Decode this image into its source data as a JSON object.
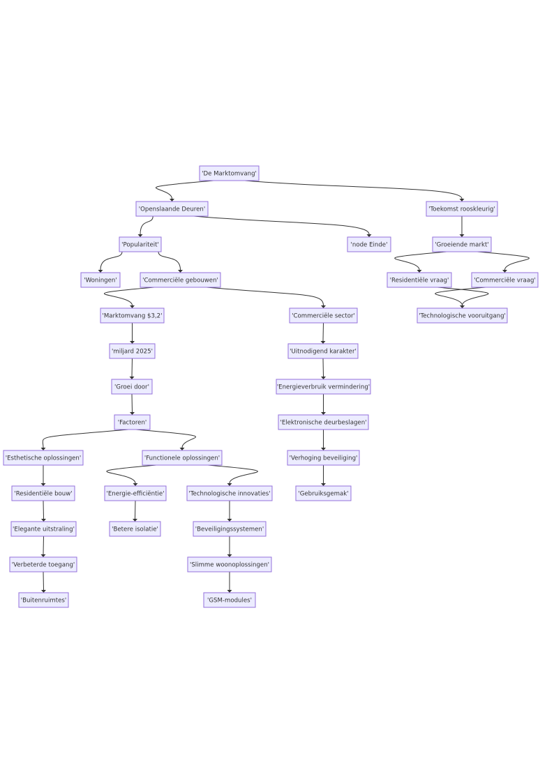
{
  "colors": {
    "node_fill": "#ECECFF",
    "node_border": "#9370DB",
    "edge": "#333333",
    "text": "#333333"
  },
  "nodes": [
    {
      "id": "marktomvang",
      "label": "'De Marktomvang'"
    },
    {
      "id": "openslaande",
      "label": "'Openslaande Deuren'"
    },
    {
      "id": "toekomst",
      "label": "'Toekomst rooskleurig'"
    },
    {
      "id": "populariteit",
      "label": "'Populariteit'"
    },
    {
      "id": "einde",
      "label": "'node Einde'"
    },
    {
      "id": "groeiende",
      "label": "'Groeiende markt'"
    },
    {
      "id": "woningen",
      "label": "'Woningen'"
    },
    {
      "id": "commgebouwen",
      "label": "'Commerciële gebouwen'"
    },
    {
      "id": "resvraag",
      "label": "'Residentiële vraag'"
    },
    {
      "id": "commvraag",
      "label": "'Commerciële vraag'"
    },
    {
      "id": "marktomvang32",
      "label": "'Marktomvang $3,2'"
    },
    {
      "id": "commsector",
      "label": "'Commerciële sector'"
    },
    {
      "id": "techvooruitgang",
      "label": "'Technologische vooruitgang'"
    },
    {
      "id": "miljard",
      "label": "'miljard 2025'"
    },
    {
      "id": "uitnodigend",
      "label": "'Uitnodigend karakter'"
    },
    {
      "id": "groeidoor",
      "label": "'Groei door'"
    },
    {
      "id": "energieverbruik",
      "label": "'Energieverbruik vermindering'"
    },
    {
      "id": "factoren",
      "label": "'Factoren'"
    },
    {
      "id": "elektronische",
      "label": "'Elektronische deurbeslagen'"
    },
    {
      "id": "esthetische",
      "label": "'Esthetische oplossingen'"
    },
    {
      "id": "functionele",
      "label": "'Functionele oplossingen'"
    },
    {
      "id": "verhoging",
      "label": "'Verhoging beveiliging'"
    },
    {
      "id": "resbouw",
      "label": "'Residentiële bouw'"
    },
    {
      "id": "energieeff",
      "label": "'Energie-efficiëntie'"
    },
    {
      "id": "techinnov",
      "label": "'Technologische innovaties'"
    },
    {
      "id": "gebruiksgemak",
      "label": "'Gebruiksgemak'"
    },
    {
      "id": "elegante",
      "label": "'Elegante uitstraling'"
    },
    {
      "id": "betere",
      "label": "'Betere isolatie'"
    },
    {
      "id": "beveiligings",
      "label": "'Beveiligingssystemen'"
    },
    {
      "id": "verbeterde",
      "label": "'Verbeterde toegang'"
    },
    {
      "id": "slimme",
      "label": "'Slimme woonoplossingen'"
    },
    {
      "id": "buitenruimtes",
      "label": "'Buitenruimtes'"
    },
    {
      "id": "gsm",
      "label": "'GSM-modules'"
    }
  ],
  "edges": [
    {
      "from": "marktomvang",
      "to": "openslaande"
    },
    {
      "from": "marktomvang",
      "to": "toekomst"
    },
    {
      "from": "openslaande",
      "to": "populariteit"
    },
    {
      "from": "openslaande",
      "to": "einde"
    },
    {
      "from": "toekomst",
      "to": "groeiende"
    },
    {
      "from": "populariteit",
      "to": "woningen"
    },
    {
      "from": "populariteit",
      "to": "commgebouwen"
    },
    {
      "from": "groeiende",
      "to": "resvraag"
    },
    {
      "from": "groeiende",
      "to": "commvraag"
    },
    {
      "from": "commgebouwen",
      "to": "marktomvang32"
    },
    {
      "from": "commgebouwen",
      "to": "commsector"
    },
    {
      "from": "resvraag",
      "to": "techvooruitgang"
    },
    {
      "from": "commvraag",
      "to": "techvooruitgang"
    },
    {
      "from": "marktomvang32",
      "to": "miljard"
    },
    {
      "from": "miljard",
      "to": "groeidoor"
    },
    {
      "from": "groeidoor",
      "to": "factoren"
    },
    {
      "from": "factoren",
      "to": "esthetische"
    },
    {
      "from": "factoren",
      "to": "functionele"
    },
    {
      "from": "commsector",
      "to": "uitnodigend"
    },
    {
      "from": "uitnodigend",
      "to": "energieverbruik"
    },
    {
      "from": "energieverbruik",
      "to": "elektronische"
    },
    {
      "from": "elektronische",
      "to": "verhoging"
    },
    {
      "from": "verhoging",
      "to": "gebruiksgemak"
    },
    {
      "from": "esthetische",
      "to": "resbouw"
    },
    {
      "from": "resbouw",
      "to": "elegante"
    },
    {
      "from": "elegante",
      "to": "verbeterde"
    },
    {
      "from": "verbeterde",
      "to": "buitenruimtes"
    },
    {
      "from": "functionele",
      "to": "energieeff"
    },
    {
      "from": "functionele",
      "to": "techinnov"
    },
    {
      "from": "energieeff",
      "to": "betere"
    },
    {
      "from": "techinnov",
      "to": "beveiligings"
    },
    {
      "from": "beveiligings",
      "to": "slimme"
    },
    {
      "from": "slimme",
      "to": "gsm"
    }
  ]
}
